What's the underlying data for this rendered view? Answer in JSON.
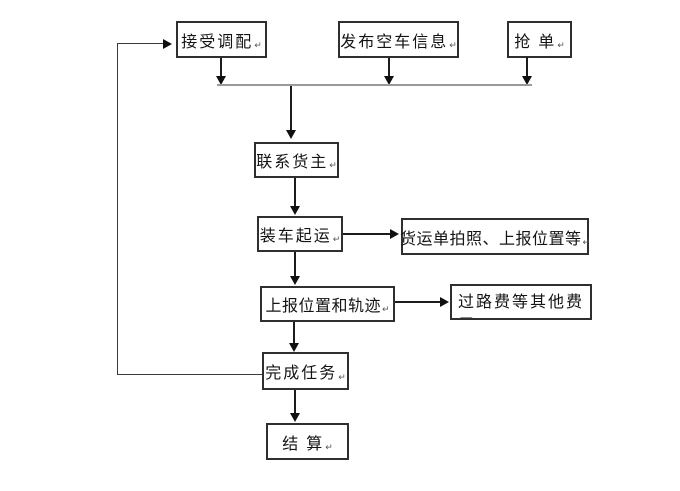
{
  "diagram": {
    "type": "flowchart",
    "background_color": "#ffffff",
    "box_border_color": "#2f2f2f",
    "arrow_color": "#101010",
    "gather_line_color": "#9a9a9a",
    "return_mark": "↵",
    "nodes": {
      "accept_dispatch": "接受调配",
      "publish_empty_truck_info": "发布空车信息",
      "grab_order": "抢 单",
      "contact_cargo_owner": "联系货主",
      "load_and_ship": "装车起运",
      "waybill_photo_report_location": "货运单拍照、上报位置等",
      "report_location_and_track": "上报位置和轨迹",
      "toll_and_other_fees": "过路费等其他费用",
      "complete_task": "完成任务",
      "settlement": "结 算"
    },
    "edges": [
      "接受调配 → 联系货主",
      "发布空车信息 → 联系货主",
      "抢 单 → 联系货主",
      "联系货主 → 装车起运",
      "装车起运 → 货运单拍照、上报位置等",
      "装车起运 → 上报位置和轨迹",
      "上报位置和轨迹 → 过路费等其他费用",
      "上报位置和轨迹 → 完成任务",
      "完成任务 → 结 算",
      "完成任务 → 接受调配 (循环返回)"
    ]
  }
}
